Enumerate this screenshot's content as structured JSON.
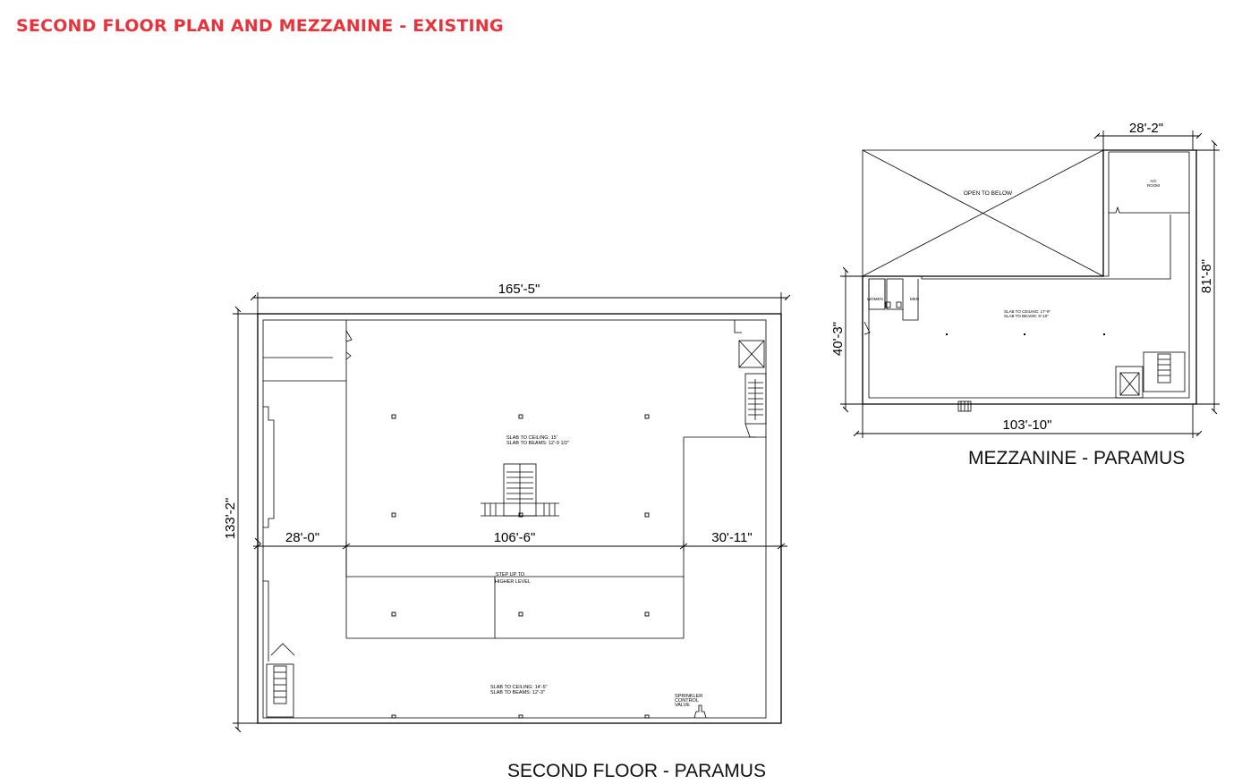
{
  "title": "SECOND FLOOR PLAN AND MEZZANINE - EXISTING",
  "colors": {
    "title": "#e8333c",
    "line": "#000000",
    "background": "#ffffff"
  },
  "second_floor": {
    "caption": "SECOND FLOOR - PARAMUS",
    "dims": {
      "overall_width": "165'-5\"",
      "overall_depth": "133'-2\"",
      "left_bay": "28'-0\"",
      "center_bay": "106'-6\"",
      "right_bay": "30'-11\""
    },
    "notes": {
      "upper_slab_1": "SLAB TO CEILING: 15'",
      "upper_slab_2": "SLAB TO BEAMS: 12'-9 1/2\"",
      "step_up_1": "STEP UP TO",
      "step_up_2": "HIGHER LEVEL",
      "lower_slab_1": "SLAB TO CEILING: 14'-5\"",
      "lower_slab_2": "SLAB TO BEAMS: 12'-3\"",
      "sprinkler_1": "SPRINKLER",
      "sprinkler_2": "CONTROL",
      "sprinkler_3": "VALVE"
    }
  },
  "mezzanine": {
    "caption": "MEZZANINE - PARAMUS",
    "dims": {
      "top_width": "28'-2\"",
      "overall_depth": "81'-8\"",
      "left_depth": "40'-3\"",
      "bottom_width": "103'-10\""
    },
    "labels": {
      "open": "OPEN TO BELOW",
      "ac_1": "A/C",
      "ac_2": "ROOM",
      "women": "WOMEN",
      "men": "MEN",
      "slab_1": "SLAB TO CEILING: 17'-9\"",
      "slab_2": "SLAB TO BEAMS: 9'-10\""
    }
  }
}
